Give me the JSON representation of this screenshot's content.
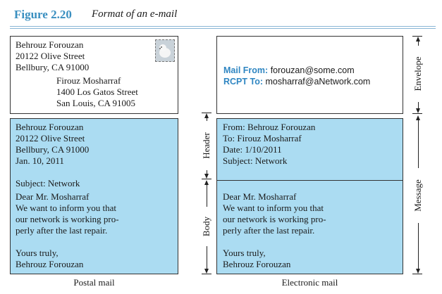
{
  "figure": {
    "number": "Figure 2.20",
    "caption": "Format of an e-mail"
  },
  "postal": {
    "envelope_from": [
      "Behrouz Forouzan",
      "20122 Olive Street",
      "Bellbury, CA 91000"
    ],
    "envelope_to": [
      "Firouz Mosharraf",
      "1400 Los Gatos Street",
      "San Louis, CA 91005"
    ],
    "letter": [
      "Behrouz Forouzan",
      "20122 Olive Street",
      "Bellbury, CA 91000",
      "Jan. 10, 2011",
      "",
      "Subject: Network",
      "Dear Mr. Mosharraf",
      "We want to inform you that",
      "our network is working pro-",
      "perly after the last repair.",
      "",
      "Yours truly,",
      "Behrouz Forouzan"
    ],
    "caption": "Postal mail"
  },
  "electronic": {
    "envelope": {
      "mail_from_label": "Mail From:",
      "mail_from_value": "forouzan@some.com",
      "rcpt_to_label": "RCPT To:",
      "rcpt_to_value": "mosharraf@aNetwork.com"
    },
    "header": [
      "From: Behrouz Forouzan",
      "To: Firouz Mosharraf",
      "Date: 1/10/2011",
      "Subject: Network"
    ],
    "body": [
      "Dear Mr. Mosharraf",
      "We want to inform you that",
      "our network is working pro-",
      "perly after the last repair.",
      "",
      "Yours truly,",
      "Behrouz Forouzan"
    ],
    "caption": "Electronic mail"
  },
  "labels": {
    "header": "Header",
    "body": "Body",
    "envelope": "Envelope",
    "message": "Message"
  }
}
